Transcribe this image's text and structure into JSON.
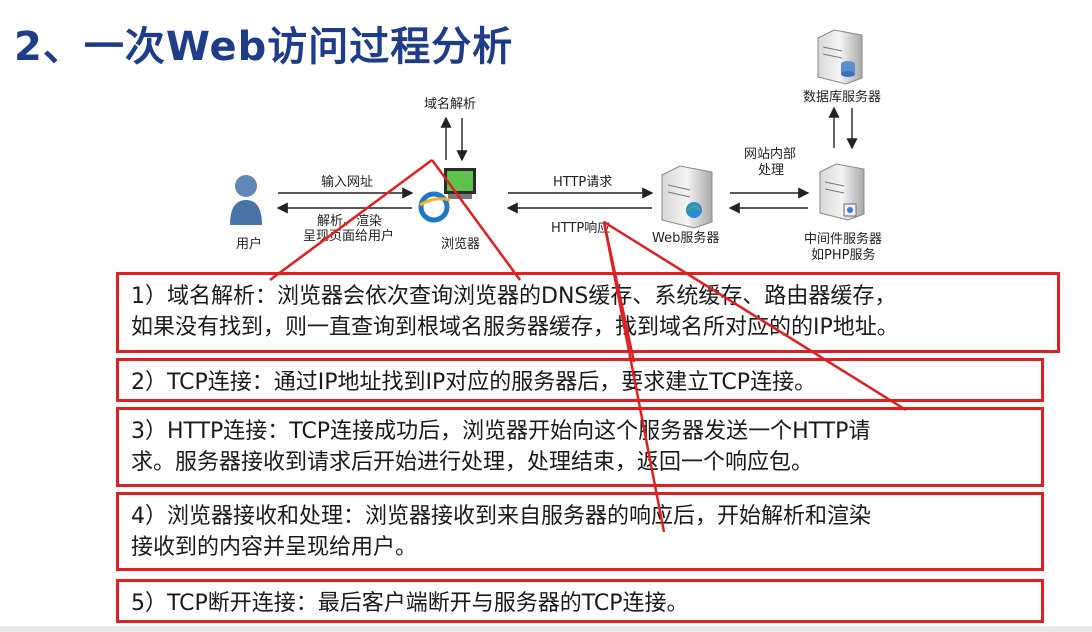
{
  "title": "2、一次Web访问过程分析",
  "diagram": {
    "dns_label": "域名解析",
    "input_url": "输入网址",
    "parse_render_1": "解析、渲染",
    "parse_render_2": "呈现页面给用户",
    "user": "用户",
    "browser": "浏览器",
    "http_request": "HTTP请求",
    "http_response": "HTTP响应",
    "web_server": "Web服务器",
    "internal_1": "网站内部",
    "internal_2": "处理",
    "db_server": "数据库服务器",
    "middleware_1": "中间件服务器",
    "middleware_2": "如PHP服务"
  },
  "steps": [
    {
      "line1": "1）域名解析：浏览器会依次查询浏览器的DNS缓存、系统缓存、路由器缓存，",
      "line2": "如果没有找到，则一直查询到根域名服务器缓存，找到域名所对应的的IP地址。"
    },
    {
      "line1": "2）TCP连接：通过IP地址找到IP对应的服务器后，要求建立TCP连接。",
      "line2": ""
    },
    {
      "line1": "3）HTTP连接：TCP连接成功后，浏览器开始向这个服务器发送一个HTTP请",
      "line2": "求。服务器接收到请求后开始进行处理，处理结束，返回一个响应包。"
    },
    {
      "line1": "4）浏览器接收和处理：浏览器接收到来自服务器的响应后，开始解析和渲染",
      "line2": "接收到的内容并呈现给用户。"
    },
    {
      "line1": "5）TCP断开连接：最后客户端断开与服务器的TCP连接。",
      "line2": ""
    }
  ],
  "colors": {
    "title": "#1f3c88",
    "callout": "#e02020"
  }
}
